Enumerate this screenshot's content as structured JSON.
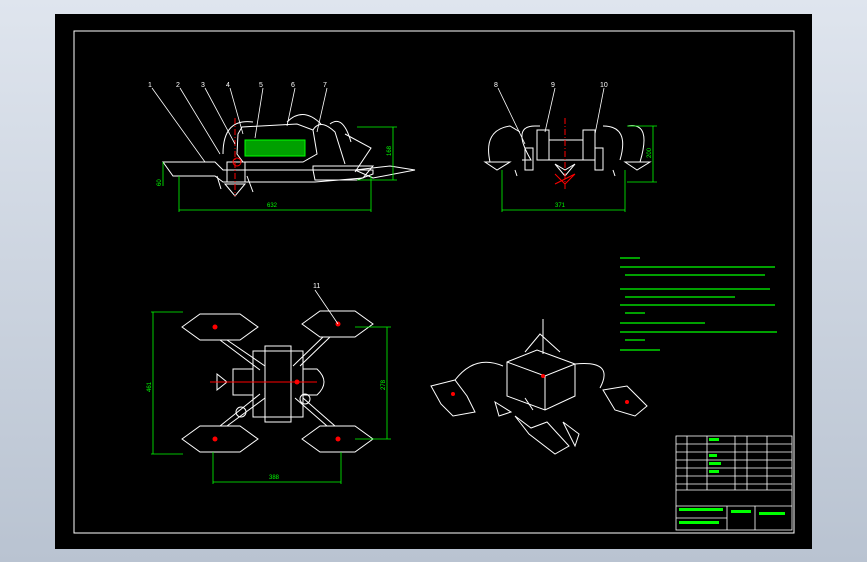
{
  "drawing": {
    "colors": {
      "background": "#000000",
      "outline": "#ffffff",
      "dimension": "#00ff00",
      "centerline": "#ff0000",
      "hatch": "#00ff00",
      "viewport": "#c9d1dd"
    },
    "front_view": {
      "part_numbers": [
        "1",
        "2",
        "3",
        "4",
        "5",
        "6",
        "7"
      ],
      "dim_width": "632",
      "dim_height": "168",
      "dim_left": "60"
    },
    "side_view": {
      "part_numbers": [
        "8",
        "9",
        "10"
      ],
      "dim_width": "371",
      "dim_height": "200"
    },
    "top_view": {
      "part_numbers": [
        "11"
      ],
      "dim_width": "388",
      "dim_height_left": "461",
      "dim_height_right": "278"
    }
  }
}
